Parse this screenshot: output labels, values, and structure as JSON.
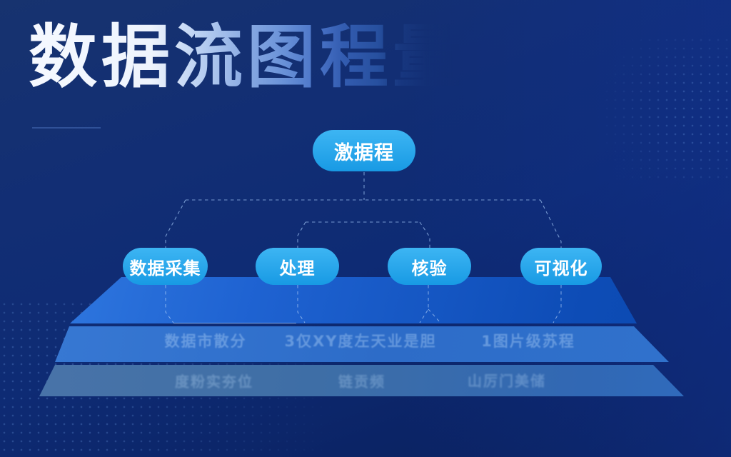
{
  "title": {
    "text": "数据流图程",
    "ghost": "量"
  },
  "flow": {
    "root": {
      "label": "激据程"
    },
    "nodes": [
      {
        "label": "数据采集"
      },
      {
        "label": "处理"
      },
      {
        "label": "核验"
      },
      {
        "label": "可视化"
      }
    ]
  },
  "platform": {
    "middle_labels": [
      "数据市散分",
      "3仅XY度左天业是胆",
      "1图片级苏程"
    ],
    "bottom_labels": [
      "度粉实夯位",
      "链贡频",
      "山厉门美储"
    ]
  },
  "colors": {
    "background": "#0e2b74",
    "node_fill": "#29a9ee",
    "node_text": "#ffffff",
    "connector": "#9cc1ef",
    "layer1": "#1f63d2",
    "layer2": "#2d6cc8",
    "layer3": "#3e6ea6"
  }
}
